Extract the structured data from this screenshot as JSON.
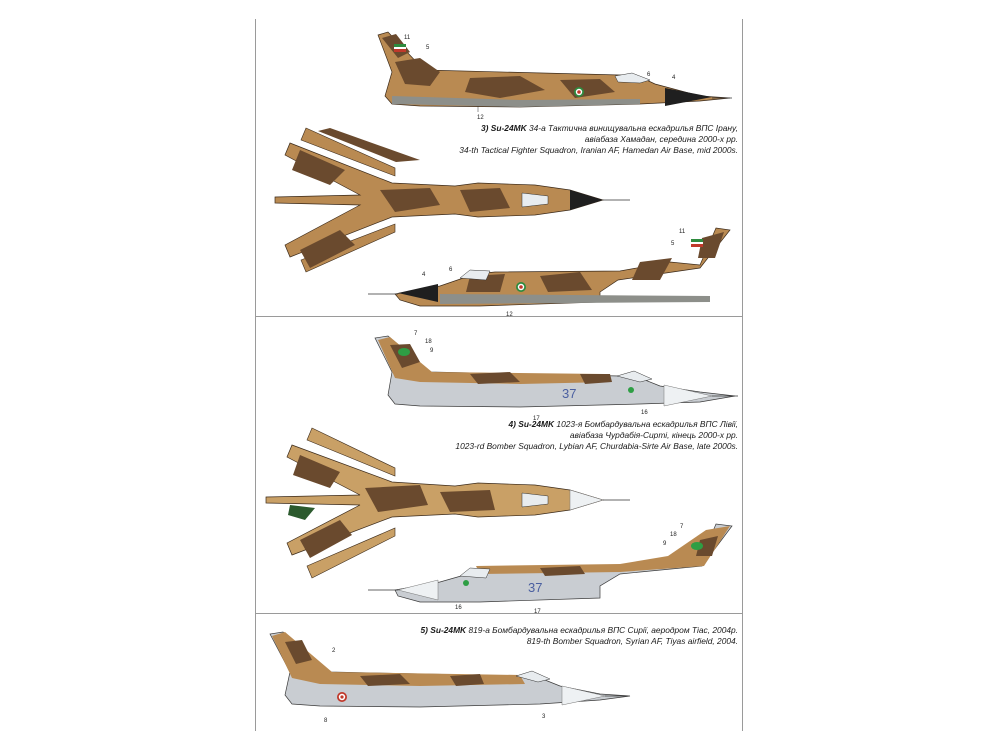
{
  "profiles": [
    {
      "index": "3)",
      "model": "Su-24MK",
      "ukr_line1": "34-а Тактична винищувальна ескадрилья ВПС Ірану,",
      "ukr_line2": "авіабаза Хамадан, середина 2000-х рр.",
      "eng_line": "34-th Tactical Fighter Squadron, Iranian AF, Hamedan Air Base, mid 2000s.",
      "callouts_side1": [
        "11",
        "5",
        "6",
        "4",
        "12"
      ],
      "callouts_side2": [
        "11",
        "5",
        "6",
        "4",
        "12"
      ]
    },
    {
      "index": "4)",
      "model": "Su-24MK",
      "ukr_line1": "1023-я Бомбардувальна ескадрилья ВПС Лівії,",
      "ukr_line2": "авіабаза Чурдабія-Сирті, кінець 2000-х рр.",
      "eng_line": "1023-rd Bomber Squadron, Lybian AF, Churdabia-Sirte Air Base, late 2000s.",
      "tail_number": "37",
      "callouts_side1": [
        "7",
        "18",
        "9",
        "17",
        "16"
      ],
      "callouts_side2": [
        "7",
        "18",
        "9",
        "16",
        "17"
      ]
    },
    {
      "index": "5)",
      "model": "Su-24MK",
      "ukr_line1": "819-а Бомбардувальна ескадрилья ВПС Сирії, аеродром Тіас, 2004р.",
      "eng_line": "819-th Bomber Squadron, Syrian AF, Tiyas airfield, 2004.",
      "callouts_side1": [
        "2",
        "8",
        "3"
      ]
    }
  ],
  "colors": {
    "tan": "#b98a52",
    "brown": "#6a4a2e",
    "sand": "#c9a066",
    "light_grey": "#c9cdd2",
    "blue_grey": "#a9b6c2",
    "nose": "#1f1f1f"
  }
}
